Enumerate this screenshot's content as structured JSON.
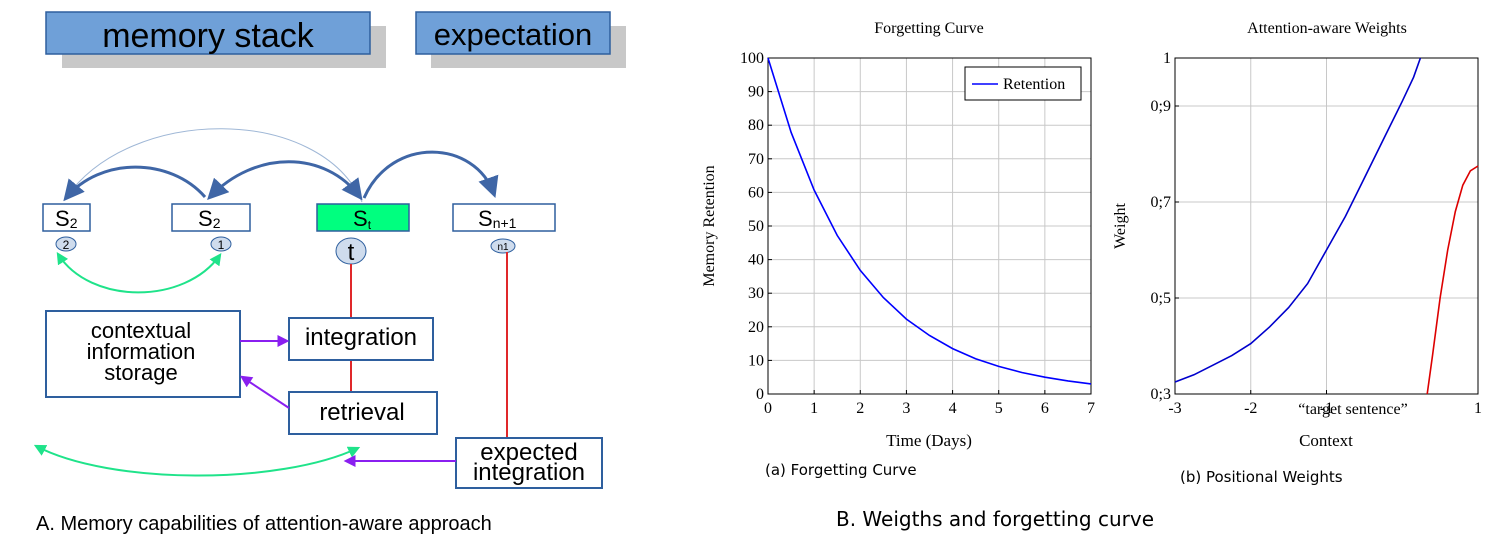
{
  "diagram": {
    "header_boxes": {
      "memory_stack": "memory stack",
      "expectation": "expectation"
    },
    "stack_nodes": [
      {
        "main": "S",
        "sub": "2",
        "badge": "2"
      },
      {
        "main": "S",
        "sub": "2",
        "badge": "1"
      },
      {
        "main": "S",
        "sub": "t",
        "badge": "t"
      },
      {
        "main": "S",
        "sub": "n+1",
        "badge": "n1"
      }
    ],
    "process_boxes": {
      "contextual": [
        "contextual",
        "information",
        "storage"
      ],
      "integration": "integration",
      "retrieval": "retrieval",
      "expected": [
        "expected",
        "integration"
      ]
    },
    "colors": {
      "header_fill": "#6fa0d8",
      "header_border": "#2e5f9e",
      "header_shadow": "#c8c8c8",
      "node_border": "#2e5f9e",
      "active_node_fill": "#00ff7f",
      "arc_blue": "#3f66a6",
      "arc_green": "#1fe38a",
      "arrow_purple": "#8a1ff0",
      "line_red": "#e0282a",
      "badge_fill": "#cfdced"
    },
    "caption": "A. Memory capabilities of attention-aware approach"
  },
  "chart_data": [
    {
      "type": "line",
      "title": "Forgetting Curve",
      "xlabel": "Time (Days)",
      "ylabel": "Memory Retention",
      "xlim": [
        0,
        7
      ],
      "ylim": [
        0,
        100
      ],
      "x_ticks": [
        "0",
        "1",
        "2",
        "3",
        "4",
        "5",
        "6",
        "7"
      ],
      "y_ticks": [
        "0",
        "10",
        "20",
        "30",
        "40",
        "50",
        "60",
        "70",
        "80",
        "90",
        "100"
      ],
      "grid": true,
      "legend": "top-right",
      "series": [
        {
          "name": "Retention",
          "color": "#0000ff",
          "x": [
            0,
            0.5,
            1,
            1.5,
            2,
            2.5,
            3,
            3.5,
            4,
            4.5,
            5,
            5.5,
            6,
            6.5,
            7
          ],
          "y": [
            100,
            77.9,
            60.7,
            47.2,
            36.8,
            28.7,
            22.3,
            17.4,
            13.5,
            10.5,
            8.2,
            6.4,
            5.0,
            3.9,
            3.0
          ]
        }
      ],
      "sublabel": "(a) Forgetting Curve"
    },
    {
      "type": "line",
      "title": "Attention-aware Weights",
      "xlabel": "Context",
      "ylabel": "Weight",
      "xlim": [
        -3,
        1
      ],
      "ylim": [
        0.3,
        1
      ],
      "x_ticks": [
        "-3",
        "-2",
        "-1",
        "1"
      ],
      "x_tick_values": [
        -3,
        -2,
        -1,
        1
      ],
      "x_annotation": "“target sentence”",
      "y_ticks": [
        "0;3",
        "0;5",
        "0;7",
        "0;9",
        "1"
      ],
      "y_tick_values": [
        0.3,
        0.5,
        0.7,
        0.9,
        1
      ],
      "grid": true,
      "series": [
        {
          "color": "#0000cc",
          "x": [
            -3,
            -2.75,
            -2.5,
            -2.25,
            -2,
            -1.75,
            -1.5,
            -1.25,
            -1,
            -0.75,
            -0.5,
            -0.25,
            0,
            0.15,
            0.24
          ],
          "y": [
            0.325,
            0.34,
            0.36,
            0.38,
            0.405,
            0.44,
            0.48,
            0.53,
            0.6,
            0.67,
            0.75,
            0.83,
            0.91,
            0.96,
            1.0
          ]
        },
        {
          "color": "#dd0000",
          "x": [
            0.33,
            0.4,
            0.5,
            0.6,
            0.7,
            0.8,
            0.9,
            1.0
          ],
          "y": [
            0.3,
            0.38,
            0.5,
            0.6,
            0.68,
            0.735,
            0.765,
            0.775
          ]
        }
      ],
      "sublabel": "(b) Positional Weights"
    }
  ],
  "figure_caption_b": "B. Weigths and forgetting curve"
}
